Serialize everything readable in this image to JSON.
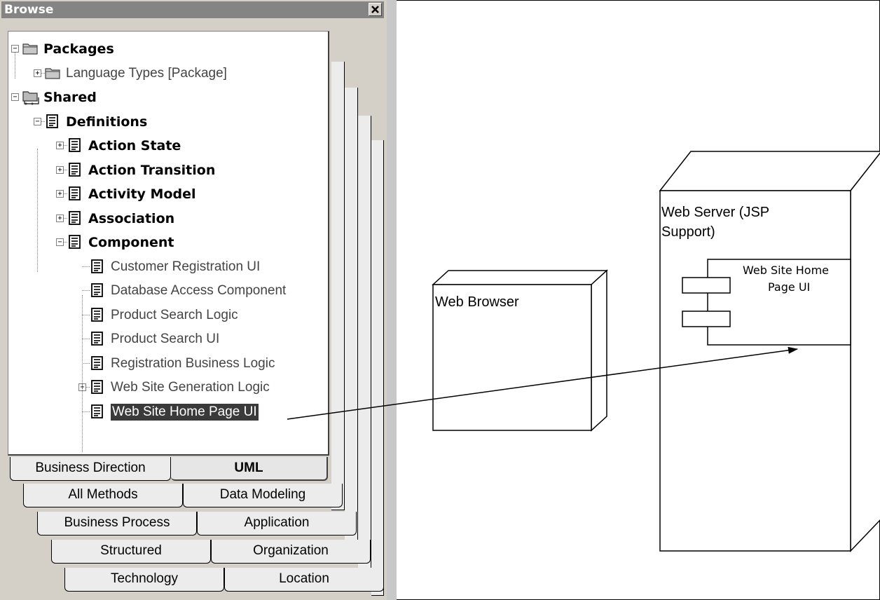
{
  "panel": {
    "title": "Browse",
    "close_icon": "close-icon"
  },
  "tree": [
    {
      "label": "Packages",
      "style": "bold",
      "level": 0,
      "icon": "folder-icon",
      "expander": "minus"
    },
    {
      "label": "Language Types  [Package]",
      "style": "thin",
      "level": 1,
      "icon": "folder-icon",
      "expander": "plus"
    },
    {
      "label": "Shared",
      "style": "bold",
      "level": 0,
      "icon": "shared-folder-icon",
      "expander": "minus"
    },
    {
      "label": "Definitions",
      "style": "bold",
      "level": 1,
      "icon": "document-icon",
      "expander": "minus"
    },
    {
      "label": "Action State",
      "style": "bold",
      "level": 2,
      "icon": "document-icon",
      "expander": "plus"
    },
    {
      "label": "Action Transition",
      "style": "bold",
      "level": 2,
      "icon": "document-icon",
      "expander": "plus"
    },
    {
      "label": "Activity Model",
      "style": "bold",
      "level": 2,
      "icon": "document-icon",
      "expander": "plus"
    },
    {
      "label": "Association",
      "style": "bold",
      "level": 2,
      "icon": "document-icon",
      "expander": "plus"
    },
    {
      "label": "Component",
      "style": "bold",
      "level": 2,
      "icon": "document-icon",
      "expander": "minus"
    },
    {
      "label": "Customer Registration UI",
      "style": "thin",
      "level": 3,
      "icon": "document-icon",
      "expander": "none"
    },
    {
      "label": "Database Access Component",
      "style": "thin",
      "level": 3,
      "icon": "document-icon",
      "expander": "none"
    },
    {
      "label": "Product Search Logic",
      "style": "thin",
      "level": 3,
      "icon": "document-icon",
      "expander": "none"
    },
    {
      "label": "Product Search UI",
      "style": "thin",
      "level": 3,
      "icon": "document-icon",
      "expander": "none"
    },
    {
      "label": "Registration Business Logic",
      "style": "thin",
      "level": 3,
      "icon": "document-icon",
      "expander": "none"
    },
    {
      "label": "Web Site Generation Logic",
      "style": "thin",
      "level": 3,
      "icon": "document-icon",
      "expander": "plus"
    },
    {
      "label": "Web Site Home Page UI",
      "style": "thin",
      "level": 3,
      "icon": "document-icon",
      "expander": "none",
      "selected": true
    }
  ],
  "tabs": {
    "row1": [
      "Business Direction",
      "UML"
    ],
    "row2": [
      "All Methods",
      "Data Modeling"
    ],
    "row3": [
      "Business Process",
      "Application"
    ],
    "row4": [
      "Structured",
      "Organization"
    ],
    "row5": [
      "Technology",
      "Location"
    ],
    "active": "UML"
  },
  "diagram": {
    "browser_node": "Web Browser",
    "server_node_line1": "Web Server (JSP",
    "server_node_line2": "Support)",
    "component_line1": "Web Site Home",
    "component_line2": "Page UI"
  }
}
